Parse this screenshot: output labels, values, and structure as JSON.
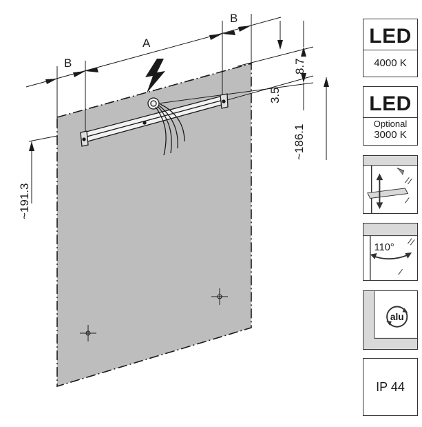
{
  "dimensions": {
    "width_label": "A",
    "side_label_left": "B",
    "side_label_right": "B",
    "top_offset": "8.7",
    "rail_offset": "3.5",
    "rail_height": "~186.1",
    "panel_height": "~191.3"
  },
  "badges": {
    "led_4000": {
      "title": "LED",
      "temperature": "4000 K"
    },
    "led_3000": {
      "title": "LED",
      "optional": "Optional",
      "temperature": "3000 K"
    },
    "rotation": {
      "angle": "110°"
    },
    "material": {
      "label": "alu"
    },
    "protection": {
      "label": "IP 44"
    }
  },
  "colors": {
    "panel": "#bdbdbd",
    "line": "#1a1a1a",
    "rail": "#f2f2f2"
  }
}
